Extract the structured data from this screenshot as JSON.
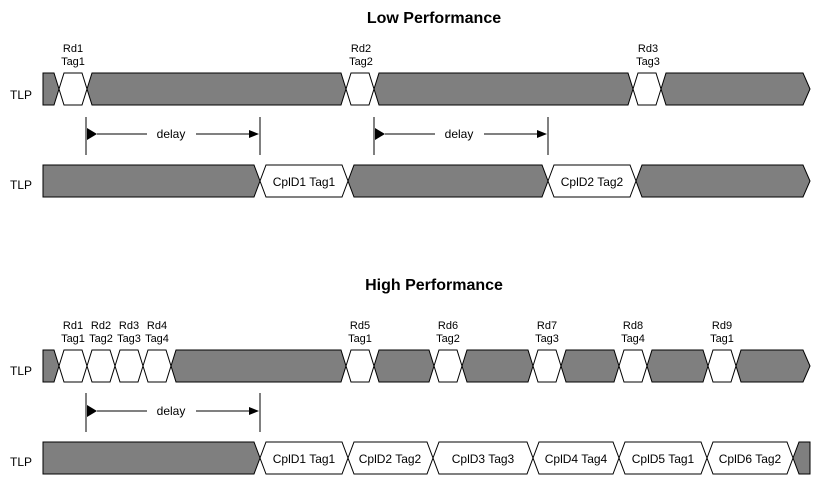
{
  "low": {
    "title": "Low Performance",
    "lane_label": "TLP",
    "requests": [
      {
        "line1": "Rd1",
        "line2": "Tag1"
      },
      {
        "line1": "Rd2",
        "line2": "Tag2"
      },
      {
        "line1": "Rd3",
        "line2": "Tag3"
      }
    ],
    "completion_lane_label": "TLP",
    "completions": [
      "CplD1 Tag1",
      "CplD2 Tag2"
    ],
    "delays": [
      "delay",
      "delay"
    ]
  },
  "high": {
    "title": "High Performance",
    "lane_label": "TLP",
    "requests": [
      {
        "line1": "Rd1",
        "line2": "Tag1"
      },
      {
        "line1": "Rd2",
        "line2": "Tag2"
      },
      {
        "line1": "Rd3",
        "line2": "Tag3"
      },
      {
        "line1": "Rd4",
        "line2": "Tag4"
      },
      {
        "line1": "Rd5",
        "line2": "Tag1"
      },
      {
        "line1": "Rd6",
        "line2": "Tag2"
      },
      {
        "line1": "Rd7",
        "line2": "Tag3"
      },
      {
        "line1": "Rd8",
        "line2": "Tag4"
      },
      {
        "line1": "Rd9",
        "line2": "Tag1"
      }
    ],
    "completion_lane_label": "TLP",
    "completions": [
      "CplD1 Tag1",
      "CplD2 Tag2",
      "CplD3 Tag3",
      "CplD4 Tag4",
      "CplD5 Tag1",
      "CplD6 Tag2"
    ],
    "delays": [
      "delay"
    ]
  },
  "colors": {
    "busy_fill": "#7f7f7f",
    "packet_fill": "#ffffff",
    "outline": "#000000"
  }
}
